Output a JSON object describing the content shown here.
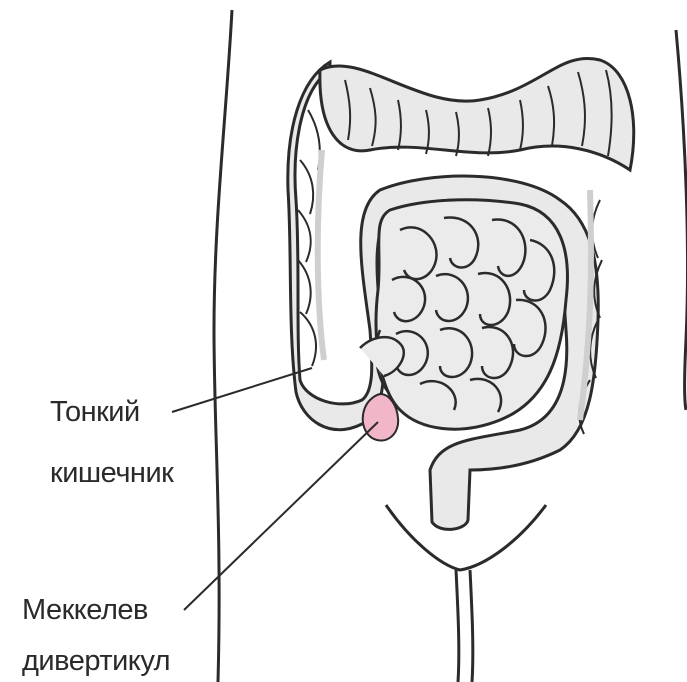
{
  "labels": {
    "small_intestine_line1": "Тонкий",
    "small_intestine_line2": "кишечник",
    "meckel_line1": "Меккелев",
    "meckel_line2": "дивертикул"
  },
  "colors": {
    "outline": "#2b2b2b",
    "organ_fill": "#e9e9e9",
    "organ_shade": "#cfcfcf",
    "diverticulum": "#f2b6c9",
    "text": "#2a2a2a"
  }
}
